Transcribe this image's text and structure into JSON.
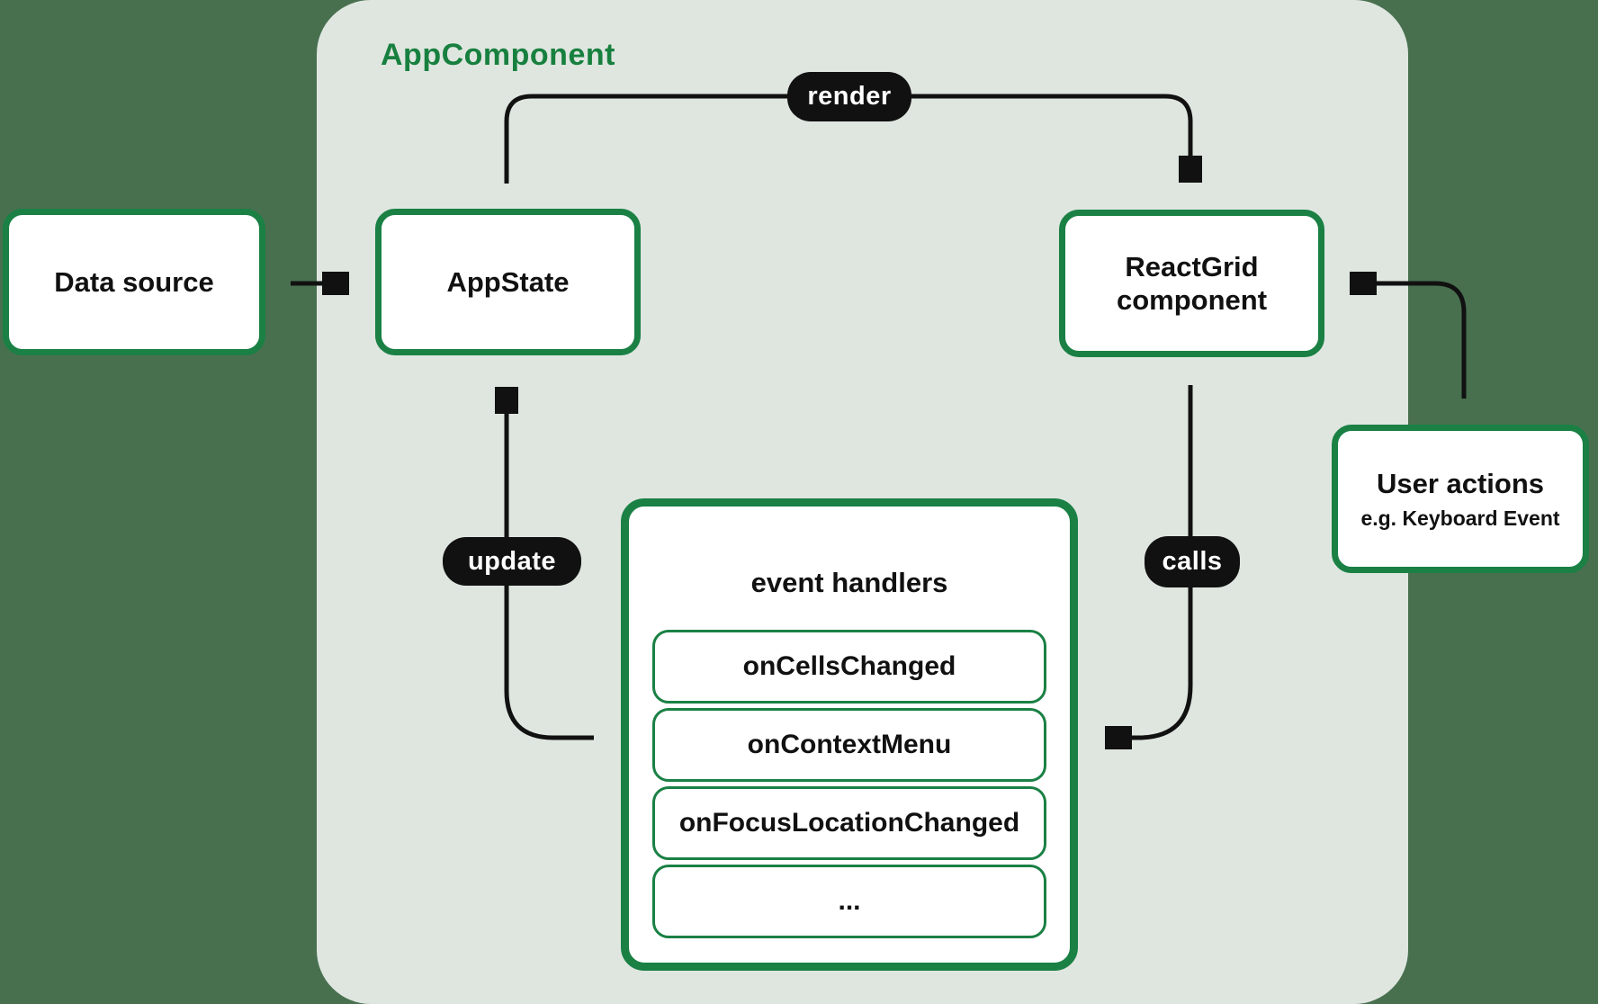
{
  "diagram": {
    "container_label": "AppComponent",
    "boxes": {
      "data_source": {
        "label": "Data source"
      },
      "app_state": {
        "label": "AppState"
      },
      "react_grid": {
        "label": "ReactGrid component"
      },
      "user_actions": {
        "title": "User actions",
        "subtitle": "e.g. Keyboard Event"
      },
      "event_handlers": {
        "title": "event handlers",
        "items": [
          "onCellsChanged",
          "onContextMenu",
          "onFocusLocationChanged",
          "..."
        ]
      }
    },
    "edge_labels": {
      "render": "render",
      "update": "update",
      "calls": "calls"
    },
    "colors": {
      "page_background": "#48704f",
      "container_background": "#dfe6e0",
      "border_green": "#1a8044",
      "label_green": "#18803f",
      "pill_black": "#111111",
      "node_white": "#ffffff",
      "text_black": "#111111"
    }
  }
}
